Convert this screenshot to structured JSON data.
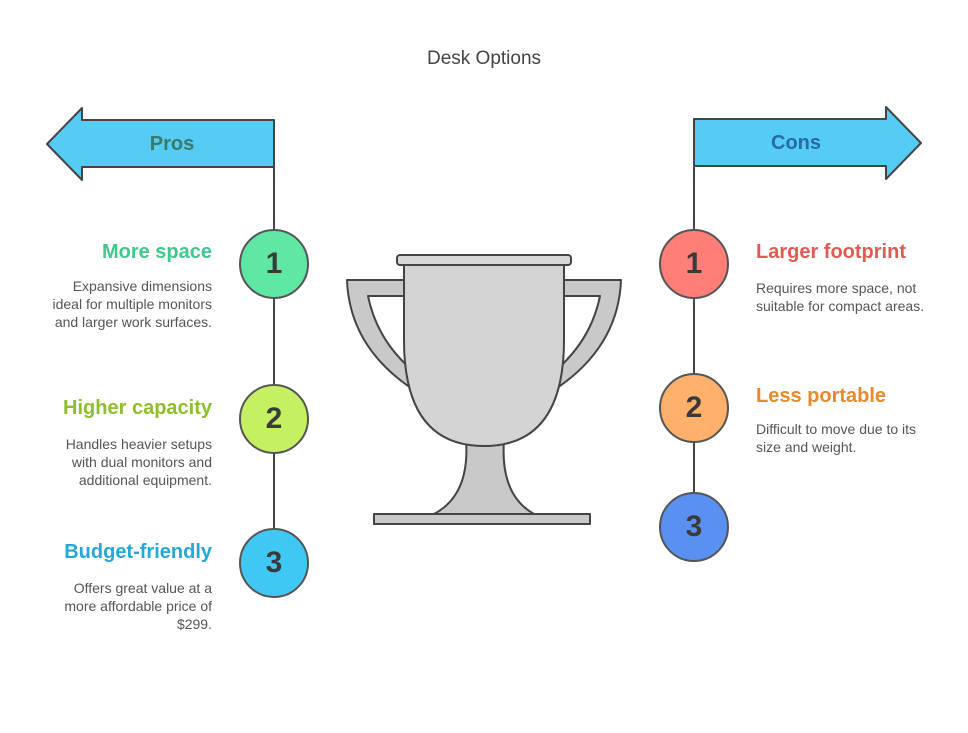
{
  "title": "Desk Options",
  "pros": {
    "label": "Pros",
    "items": [
      {
        "number": "1",
        "heading": "More space",
        "text": "Expansive dimensions ideal for multiple monitors and larger work surfaces.",
        "color": "#3ec98a",
        "fill": "#5ee8a4"
      },
      {
        "number": "2",
        "heading": "Higher capacity",
        "text": "Handles heavier setups with dual monitors and additional equipment.",
        "color": "#8dbf2a",
        "fill": "#c4f062"
      },
      {
        "number": "3",
        "heading": "Budget-friendly",
        "text": "Offers great value at a more affordable price of $299.",
        "color": "#23a8d8",
        "fill": "#40c8f4"
      }
    ]
  },
  "cons": {
    "label": "Cons",
    "items": [
      {
        "number": "1",
        "heading": "Larger footprint",
        "text": "Requires more space, not suitable for compact areas.",
        "color": "#e05a52",
        "fill": "#ff7f78"
      },
      {
        "number": "2",
        "heading": "Less portable",
        "text": "Difficult to move due to its size and weight.",
        "color": "#e8892a",
        "fill": "#ffb06a"
      },
      {
        "number": "3",
        "heading": "",
        "text": "",
        "color": "#3f7fe0",
        "fill": "#5a90f0"
      }
    ]
  },
  "colors": {
    "arrow_fill": "#55ccf4",
    "pros_label": "#3a7a6a",
    "cons_label": "#2a6aa8",
    "trophy": "#c9c9c9"
  },
  "icons": {
    "center": "trophy-icon"
  }
}
